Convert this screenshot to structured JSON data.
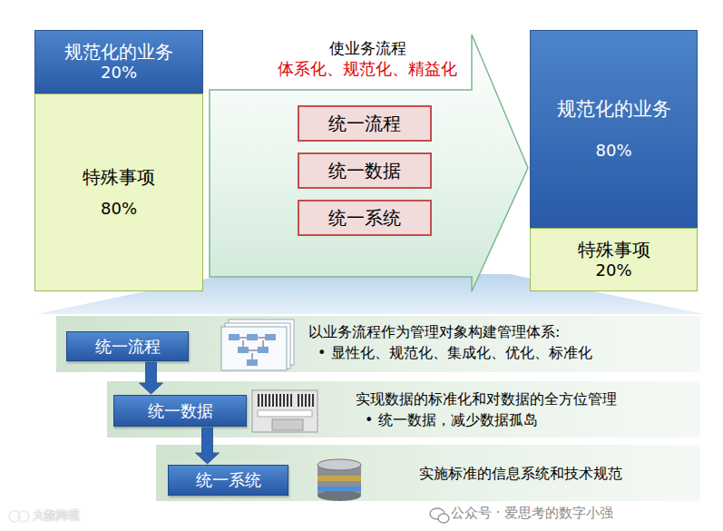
{
  "diagram": {
    "nodes": [
      {
        "text": [
          "规范化的业务",
          "20%"
        ]
      },
      {
        "text": [
          "特殊事项",
          "80%"
        ]
      },
      {
        "text": [
          "使业务流程",
          "体系化、规范化、精益化"
        ]
      },
      {
        "text": [
          "统一流程"
        ],
        "in": 2
      },
      {
        "text": [
          "统一数据"
        ],
        "in": 2
      },
      {
        "text": [
          "统一系统"
        ],
        "in": 2
      },
      {
        "text": [
          "规范化的业务",
          "80%"
        ]
      },
      {
        "text": [
          "特殊事项",
          "20%"
        ]
      },
      {
        "text": [
          "以业务流程作为管理对象构建管理体系:",
          "• 显性化、规范化、集成化、优化、标准化"
        ]
      },
      {
        "text": [
          "统一流程"
        ],
        "in": 8
      },
      {
        "text": [
          "实现数据的标准化和对数据的全方位管理",
          "• 统一数据，减少数据孤岛"
        ]
      },
      {
        "text": [
          "统一数据"
        ],
        "in": 10
      },
      {
        "text": [
          "实施标准的信息系统和技术规范"
        ]
      },
      {
        "text": [
          "统一系统"
        ],
        "in": 12
      }
    ],
    "edges": [
      {
        "from": 9,
        "to": 11,
        "arrow": "to"
      },
      {
        "from": 11,
        "to": 13,
        "arrow": "to"
      }
    ],
    "labels": [
      "公众号 · 爱思考的数字小强",
      "大数跨境"
    ]
  }
}
